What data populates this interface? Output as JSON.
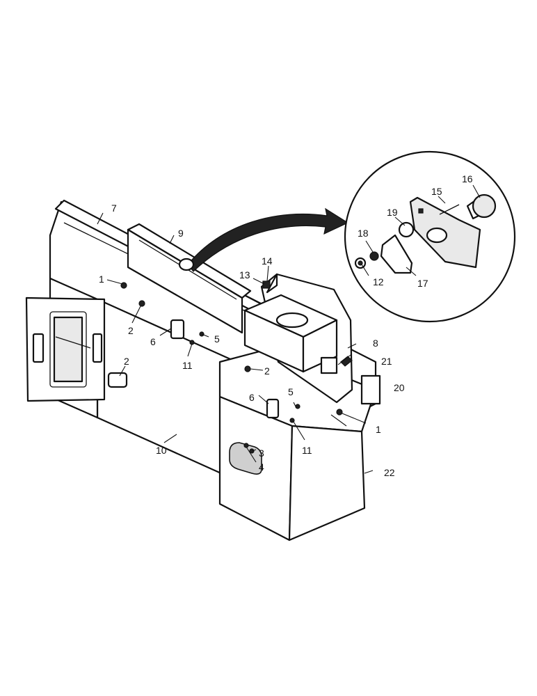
{
  "callouts": {
    "c1a": "1",
    "c1b": "1",
    "c2a": "2",
    "c2b": "2",
    "c2c": "2",
    "c3": "3",
    "c4": "4",
    "c5a": "5",
    "c5b": "5",
    "c6a": "6",
    "c6b": "6",
    "c7": "7",
    "c8": "8",
    "c9": "9",
    "c10": "10",
    "c11a": "11",
    "c11b": "11",
    "c12": "12",
    "c13": "13",
    "c14": "14",
    "c15": "15",
    "c16": "16",
    "c17": "17",
    "c18": "18",
    "c19": "19",
    "c20": "20",
    "c21": "21",
    "c22": "22"
  }
}
